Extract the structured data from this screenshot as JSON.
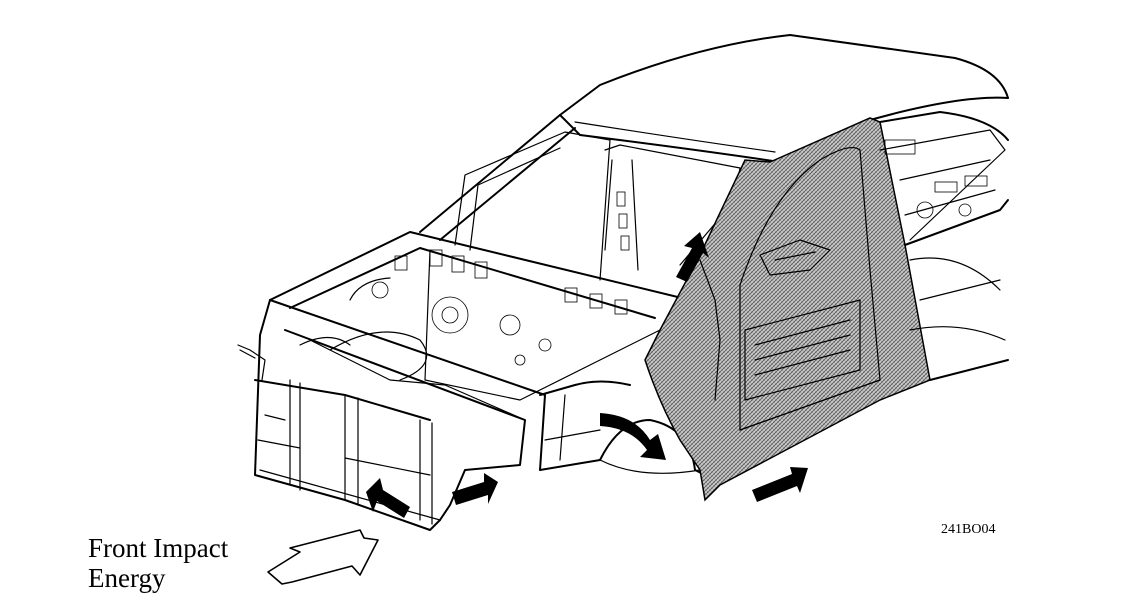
{
  "labels": {
    "impact_line1": "Front Impact",
    "impact_line2": "Energy",
    "figure_code": "241BO04"
  },
  "colors": {
    "line": "#000000",
    "background": "#ffffff",
    "shaded_structure": "#8a8a8a"
  },
  "icons": {
    "impact_arrow": "outlined-arrow",
    "load_path_arrows": "solid-black-arrow"
  }
}
